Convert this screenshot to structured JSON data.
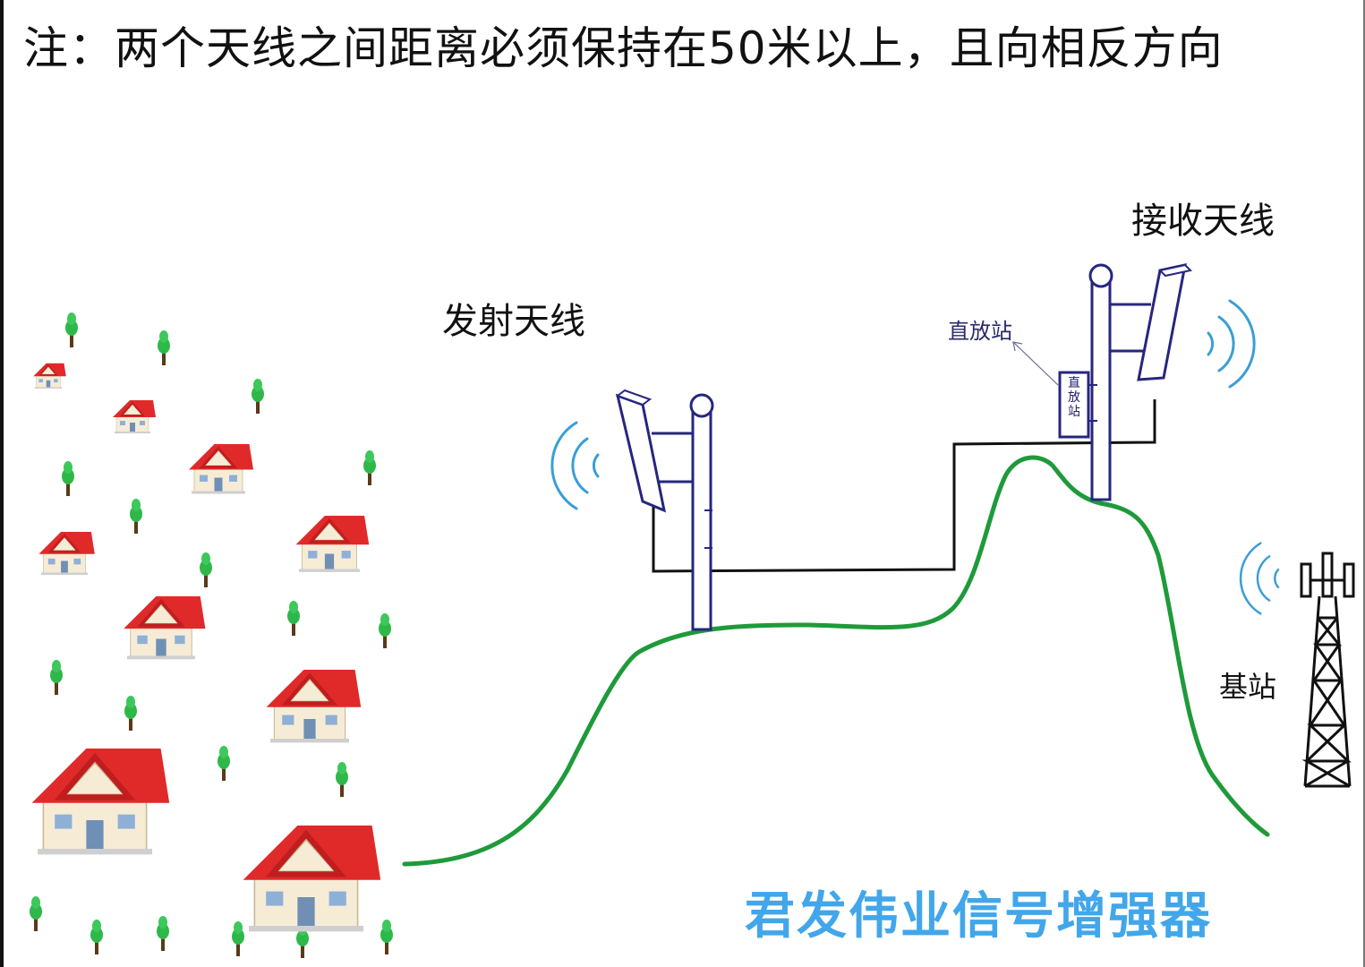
{
  "note": "注：两个天线之间距离必须保持在50米以上，且向相反方向",
  "labels": {
    "transmit_antenna": "发射天线",
    "receive_antenna": "接收天线",
    "repeater": "直放站",
    "repeater_box": "直放站",
    "base_station": "基站"
  },
  "brand": "君发伟业信号增强器",
  "colors": {
    "hill": "#1f9a3a",
    "signal": "#3a9ed6",
    "mast": "#262680",
    "cable": "#111111",
    "brand": "#42a6ea",
    "roof": "#e02a2a",
    "tree": "#2fb84a"
  },
  "icons": [
    "house-icon",
    "tree-icon",
    "antenna-mast-icon",
    "panel-antenna-icon",
    "signal-waves-icon",
    "cell-tower-icon",
    "repeater-box-icon"
  ]
}
